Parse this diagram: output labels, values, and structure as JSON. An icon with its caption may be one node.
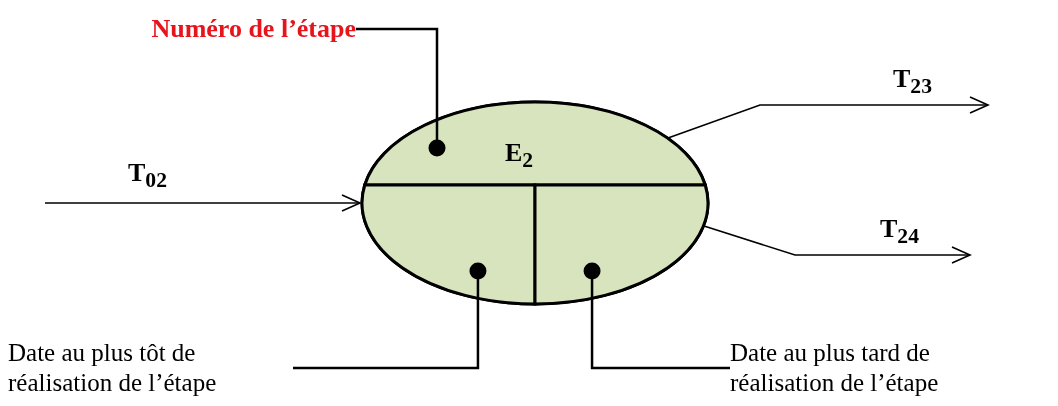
{
  "diagram": {
    "nodes": [
      {
        "text": [],
        "shape": "circle"
      },
      {
        "text": [
          "E$_{2}$"
        ],
        "in": 0
      },
      {
        "text": [],
        "shape": "box",
        "in": 0
      },
      {
        "text": [],
        "shape": "box",
        "in": 0
      },
      {
        "text": [
          "Numéro de l’étape"
        ]
      },
      {
        "text": [
          "Date au plus tôt de réalisation de l’étape"
        ]
      },
      {
        "text": [
          "Date au plus tard de réalisation de l’étape"
        ]
      }
    ],
    "edges": [
      {
        "from": null,
        "to": 0,
        "arrow": "to",
        "label": "T$_{02}$"
      },
      {
        "from": 0,
        "to": null,
        "arrow": "to",
        "label": "T$_{23}$"
      },
      {
        "from": 0,
        "to": null,
        "arrow": "to",
        "label": "T$_{24}$"
      },
      {
        "from": 4,
        "to": 1,
        "arrow": "other"
      },
      {
        "from": 5,
        "to": 2,
        "arrow": "other"
      },
      {
        "from": 6,
        "to": 3,
        "arrow": "other"
      }
    ]
  }
}
